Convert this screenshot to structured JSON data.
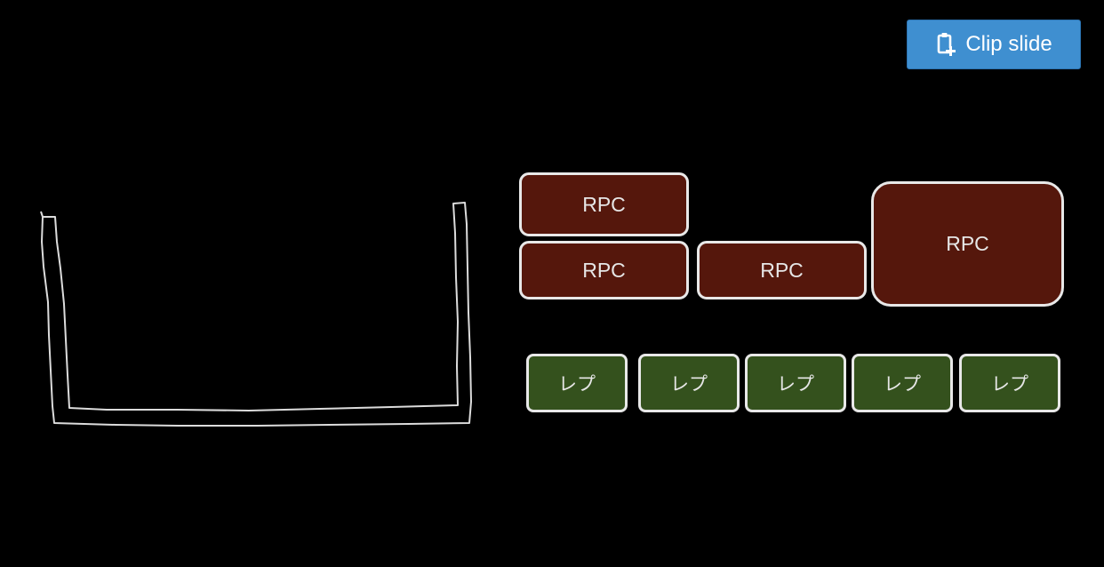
{
  "toolbar": {
    "clip_label": "Clip slide",
    "clip_icon": "clipboard-plus-icon",
    "button_color": "#3f8fd0"
  },
  "slide": {
    "background": "#000000",
    "rpc_blocks": [
      {
        "label": "RPC"
      },
      {
        "label": "RPC"
      },
      {
        "label": "RPC"
      },
      {
        "label": "RPC"
      }
    ],
    "rep_blocks": [
      {
        "label": "レプ"
      },
      {
        "label": "レプ"
      },
      {
        "label": "レプ"
      },
      {
        "label": "レプ"
      },
      {
        "label": "レプ"
      }
    ],
    "colors": {
      "rpc_fill": "#55170c",
      "rep_fill": "#34511d",
      "outline": "#e8e8e8"
    }
  }
}
